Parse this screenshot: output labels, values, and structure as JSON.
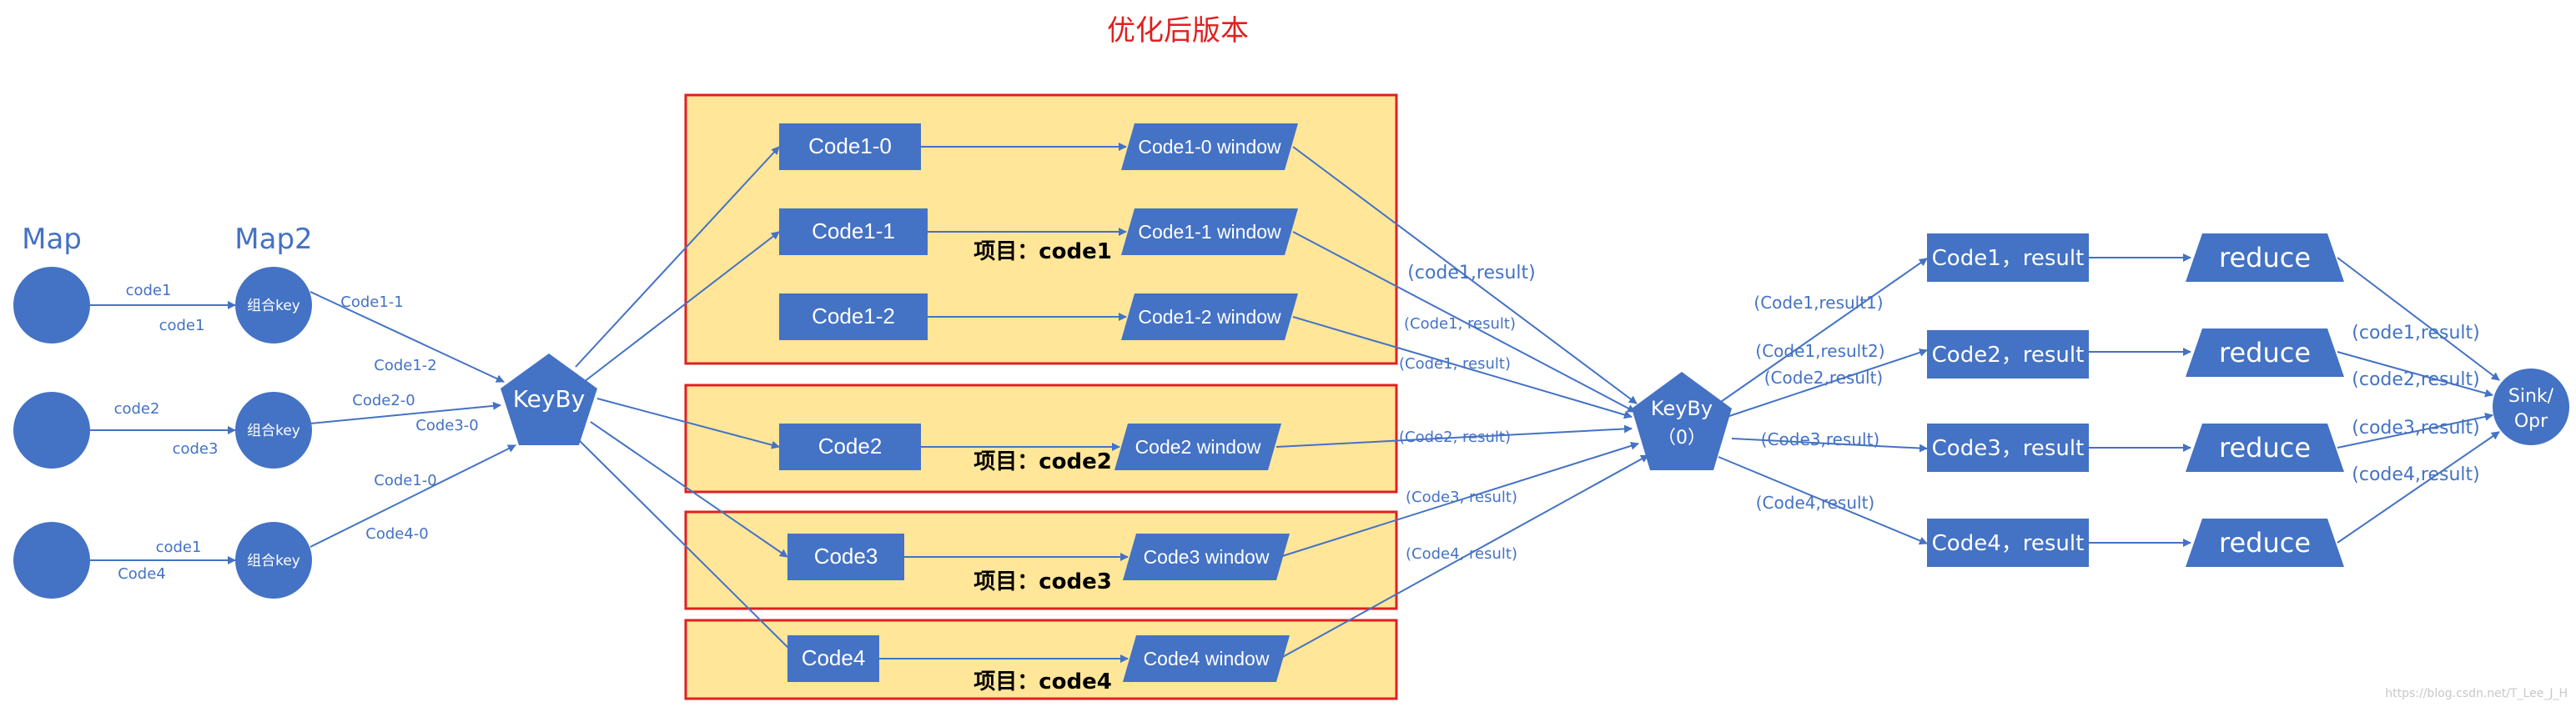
{
  "title": "优化后版本",
  "watermark": "https://blog.csdn.net/T_Lee_J_H",
  "colors": {
    "node": "#4472C4",
    "arrow": "#4472C4",
    "project_fill": "#FFE699",
    "project_border": "#E02020",
    "title": "#E02020",
    "label": "#4472C4"
  },
  "stage_labels": {
    "map": "Map",
    "map2": "Map2"
  },
  "map2_node_label": "组合key",
  "input_edges": [
    {
      "top": "code1",
      "bottom": "code1"
    },
    {
      "top": "code2",
      "bottom": "code3"
    },
    {
      "top": "code1",
      "bottom": "Code4"
    }
  ],
  "map2_out_labels": [
    "Code1-1",
    "Code1-2",
    "Code2-0",
    "Code3-0",
    "Code1-0",
    "Code4-0"
  ],
  "keyby1_label": "KeyBy",
  "keyby2_label": [
    "KeyBy",
    "（0）"
  ],
  "projects": [
    {
      "label": "项目：code1",
      "codes": [
        "Code1-0",
        "Code1-1",
        "Code1-2"
      ],
      "windows": [
        "Code1-0 window",
        "Code1-1 window",
        "Code1-2 window"
      ]
    },
    {
      "label": "项目：code2",
      "codes": [
        "Code2"
      ],
      "windows": [
        "Code2 window"
      ]
    },
    {
      "label": "项目：code3",
      "codes": [
        "Code3"
      ],
      "windows": [
        "Code3 window"
      ]
    },
    {
      "label": "项目：code4",
      "codes": [
        "Code4"
      ],
      "windows": [
        "Code4 window"
      ]
    }
  ],
  "window_out_labels": [
    "(code1,result)",
    "(Code1,  result)",
    "(Code1,  result)",
    "(Code2,  result)",
    "(Code3,  result)",
    "(Code4,  result)"
  ],
  "keyby2_out_labels": [
    "(Code1,result1)",
    "(Code1,result2)",
    "(Code2,result)",
    "(Code3,result)",
    "(Code4,result)"
  ],
  "results": [
    "Code1，result",
    "Code2，result",
    "Code3，result",
    "Code4，result"
  ],
  "reduce_label": "reduce",
  "sink_labels": [
    "(code1,result)",
    "(code2,result)",
    "(code3,result)",
    "(code4,result)"
  ],
  "sink": [
    "Sink/",
    "Opr"
  ]
}
